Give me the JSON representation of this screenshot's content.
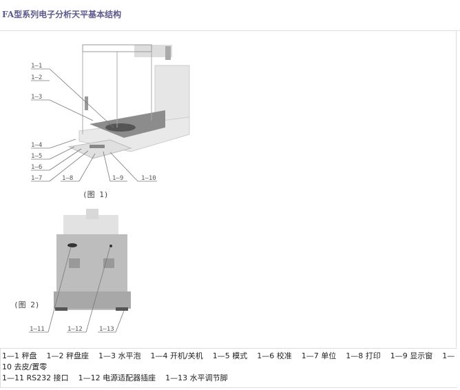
{
  "title": "FA型系列电子分析天平基本结构",
  "figure1": {
    "caption": "(图 1)",
    "labels": [
      "1—1",
      "1—2",
      "1—3",
      "1—4",
      "1—5",
      "1—6",
      "1—7",
      "1—8",
      "1—9",
      "1—10"
    ]
  },
  "figure2": {
    "caption": "(图 2)",
    "labels": [
      "1—11",
      "1—12",
      "1—13"
    ]
  },
  "legend": {
    "line1": [
      "1—1 秤盘",
      "1—2 秤盘座",
      "1—3 水平泡",
      "1—4 开机/关机",
      "1—5 模式",
      "1—6 校准",
      "1—7 单位",
      "1—8 打印",
      "1—9 显示窗",
      "1—10 去皮/置零"
    ],
    "line2": [
      "1—11 RS232 接口",
      "1—12 电源适配器插座",
      "1—13 水平调节脚"
    ]
  }
}
